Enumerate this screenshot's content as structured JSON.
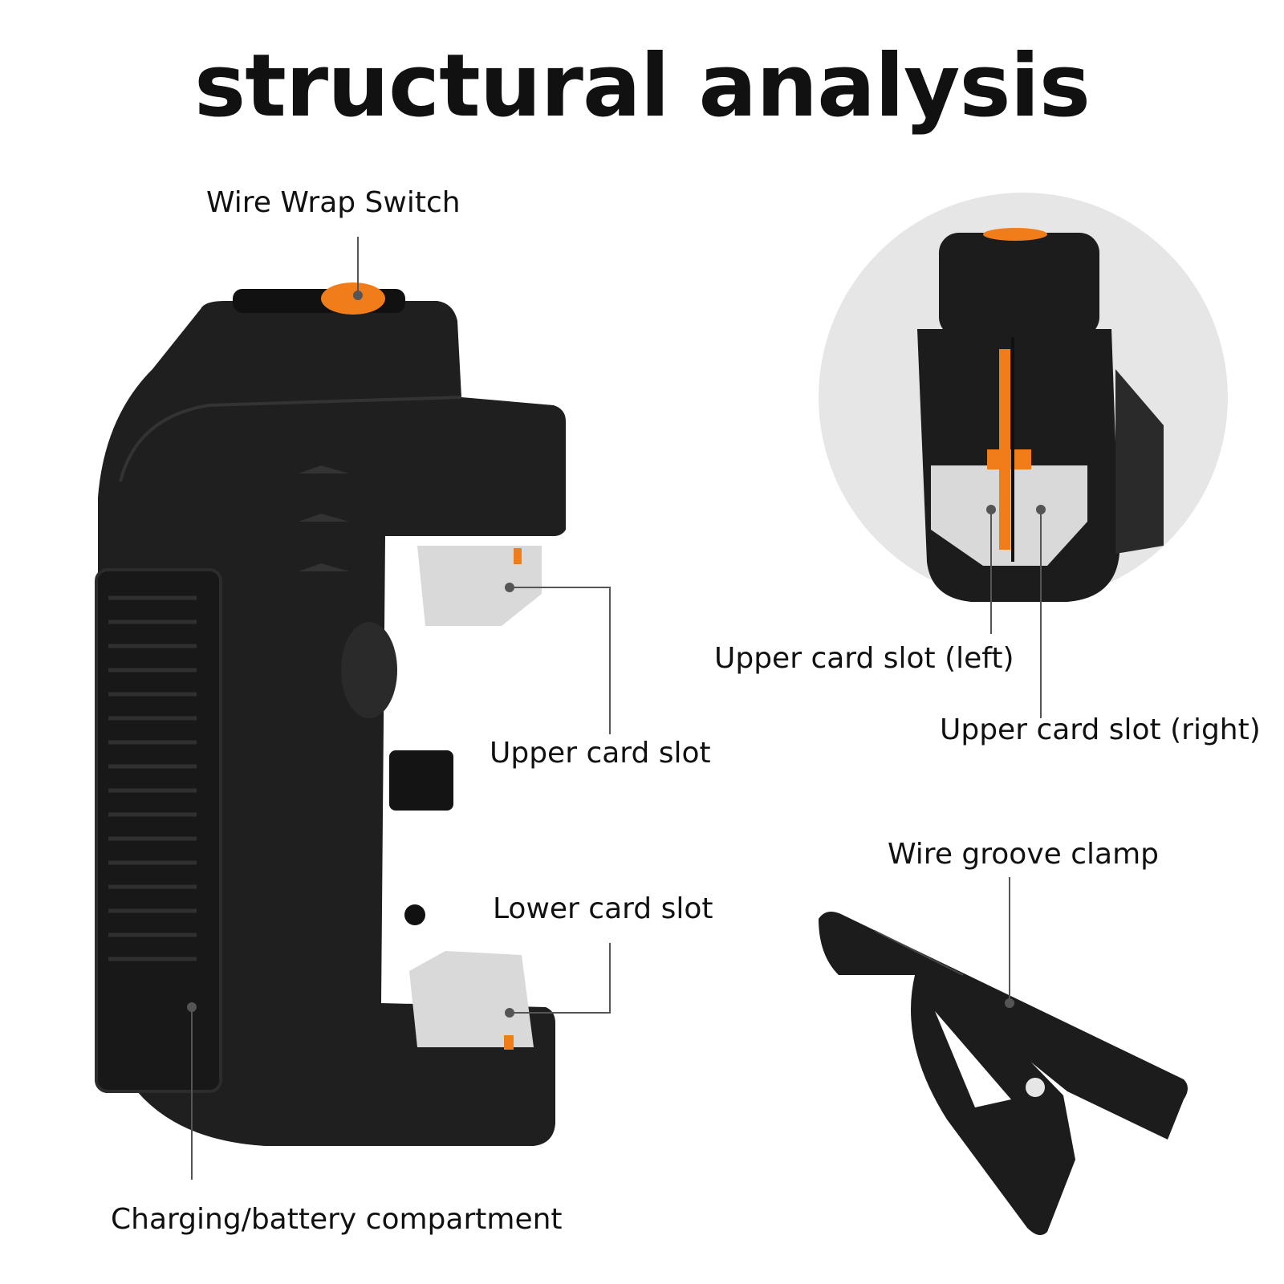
{
  "title": "structural analysis",
  "labels": {
    "wire_wrap_switch": "Wire Wrap Switch",
    "upper_card_slot": "Upper card slot",
    "lower_card_slot": "Lower card slot",
    "battery_compartment": "Charging/battery compartment",
    "upper_card_slot_left": "Upper card slot (left)",
    "upper_card_slot_right": "Upper card slot (right)",
    "wire_groove_clamp": "Wire groove clamp"
  },
  "colors": {
    "body": "#1f1f1f",
    "accent_orange": "#f07d1a",
    "slot_grey": "#d9d9d9",
    "circle_bg": "#e6e6e6",
    "leader": "#555555"
  }
}
